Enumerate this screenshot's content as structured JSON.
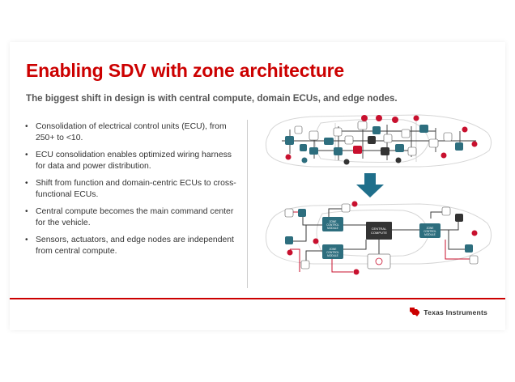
{
  "slide": {
    "title": "Enabling SDV with zone architecture",
    "subtitle": "The biggest shift in design is with central compute, domain ECUs, and edge nodes.",
    "bullets": [
      "Consolidation of electrical control units (ECU), from 250+ to <10.",
      "ECU consolidation enables optimized wiring harness for data and power distribution.",
      "Shift from function and domain-centric ECUs to cross-functional ECUs.",
      "Central compute becomes the main command center for the vehicle.",
      "Sensors, actuators, and edge nodes are independent from central compute."
    ]
  },
  "diagram": {
    "central_label_line1": "CENTRAL",
    "central_label_line2": "COMPUTE",
    "zone_label_line1": "ZONE",
    "zone_label_line2": "CONTROL",
    "zone_label_line3": "MODULE"
  },
  "footer": {
    "logo_word1": "Texas",
    "logo_word2": "Instruments"
  },
  "colors": {
    "title_red": "#cc0000",
    "arrow_teal": "#1f6f8b",
    "ecu_teal": "#2d6e7e",
    "node_red": "#c8102e",
    "dark_block": "#333333"
  }
}
